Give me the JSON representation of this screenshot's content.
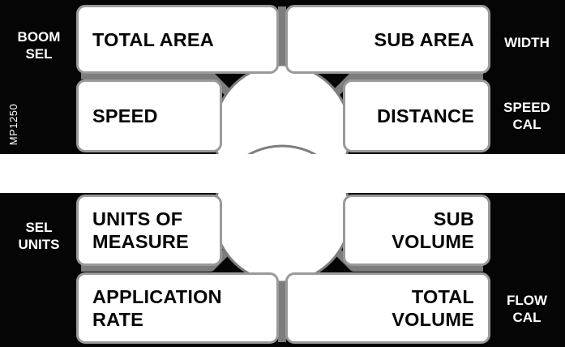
{
  "model": "MP1250",
  "side_labels": {
    "boom_sel": "BOOM\nSEL",
    "width": "WIDTH",
    "speed_cal": "SPEED\nCAL",
    "sel_units": "SEL\nUNITS",
    "flow_cal": "FLOW\nCAL"
  },
  "keys": {
    "total_area": "TOTAL AREA",
    "sub_area": "SUB AREA",
    "speed": "SPEED",
    "distance": "DISTANCE",
    "units_of_measure": "UNITS OF\nMEASURE",
    "sub_volume": "SUB\nVOLUME",
    "application_rate": "APPLICATION\nRATE",
    "total_volume": "TOTAL\nVOLUME"
  }
}
